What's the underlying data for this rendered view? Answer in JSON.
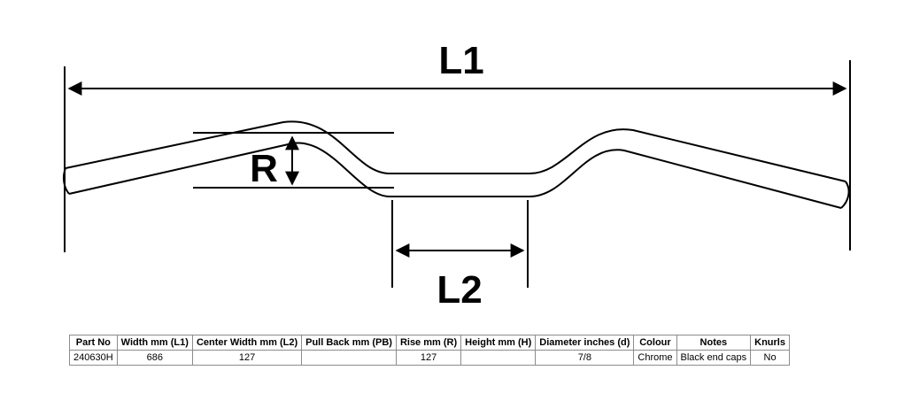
{
  "diagram": {
    "labels": {
      "width": "L1",
      "rise": "R",
      "center_width": "L2"
    },
    "line_color": "#000000"
  },
  "table": {
    "headers": [
      "Part No",
      "Width mm (L1)",
      "Center Width mm (L2)",
      "Pull Back mm (PB)",
      "Rise mm (R)",
      "Height mm (H)",
      "Diameter inches (d)",
      "Colour",
      "Notes",
      "Knurls"
    ],
    "rows": [
      [
        "240630H",
        "686",
        "127",
        "",
        "127",
        "",
        "7/8",
        "Chrome",
        "Black end caps",
        "No"
      ]
    ]
  }
}
